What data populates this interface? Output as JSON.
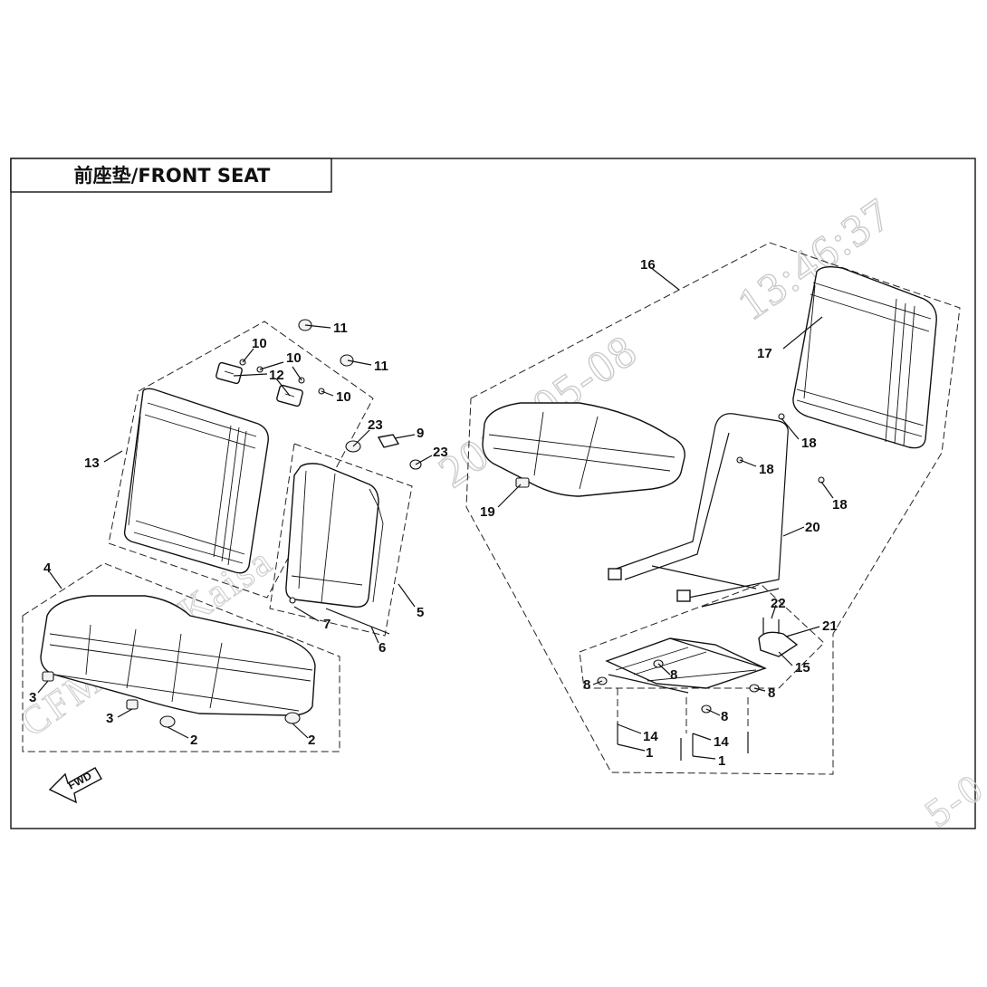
{
  "title": "前座垫/FRONT SEAT",
  "watermark": {
    "timestamp": "13:46:37",
    "date": "2018-05-08",
    "brand": "CFMOTO Kaisa",
    "edge_fragment": "5-0",
    "color": "#c8c8c8"
  },
  "fwd_label": "FWD",
  "callouts": {
    "c1a": "1",
    "c1b": "1",
    "c2a": "2",
    "c2b": "2",
    "c3a": "3",
    "c3b": "3",
    "c4": "4",
    "c5": "5",
    "c6": "6",
    "c7": "7",
    "c8a": "8",
    "c8b": "8",
    "c8c": "8",
    "c8d": "8",
    "c9": "9",
    "c10a": "10",
    "c10b": "10",
    "c10c": "10",
    "c11a": "11",
    "c11b": "11",
    "c12": "12",
    "c13": "13",
    "c14a": "14",
    "c14b": "14",
    "c15": "15",
    "c16": "16",
    "c17": "17",
    "c18a": "18",
    "c18b": "18",
    "c18c": "18",
    "c19": "19",
    "c20": "20",
    "c21": "21",
    "c22": "22",
    "c23a": "23",
    "c23b": "23"
  }
}
